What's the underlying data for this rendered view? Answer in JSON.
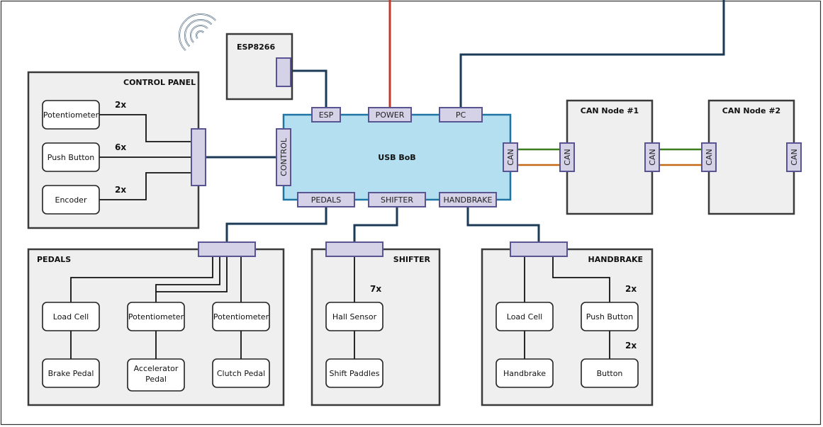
{
  "blocks": {
    "esp8266": "ESP8266",
    "control_panel": "CONTROL PANEL",
    "usb_bob": "USB BoB",
    "can_node_1": "CAN Node #1",
    "can_node_2": "CAN Node #2",
    "pedals": "PEDALS",
    "shifter": "SHIFTER",
    "handbrake": "HANDBRAKE"
  },
  "ports": {
    "esp": "ESP",
    "power": "POWER",
    "pc": "PC",
    "control": "CONTROL",
    "can": "CAN",
    "pedals": "PEDALS",
    "shifter": "SHIFTER",
    "handbrake": "HANDBRAKE"
  },
  "components": {
    "potentiometer": "Potentiometer",
    "push_button": "Push Button",
    "encoder": "Encoder",
    "load_cell": "Load Cell",
    "brake_pedal": "Brake Pedal",
    "accelerator_pedal_1": "Accelerator",
    "accelerator_pedal_2": "Pedal",
    "clutch_pedal": "Clutch Pedal",
    "hall_sensor": "Hall Sensor",
    "shift_paddles": "Shift Paddles",
    "handbrake": "Handbrake",
    "button": "Button"
  },
  "multipliers": {
    "potentiometer": "2x",
    "push_button": "6x",
    "encoder": "2x",
    "hall_sensor": "7x",
    "push_button_hb": "2x",
    "button_hb": "2x"
  },
  "colors": {
    "bob_fill": "#b3dff0",
    "port_fill": "#d5d1e6",
    "navy_wire": "#1b3a56",
    "power_wire": "#c0392b",
    "can_high": "#3e7d1e",
    "can_low": "#c46a14"
  },
  "icons": {
    "wifi": "wifi-icon"
  }
}
